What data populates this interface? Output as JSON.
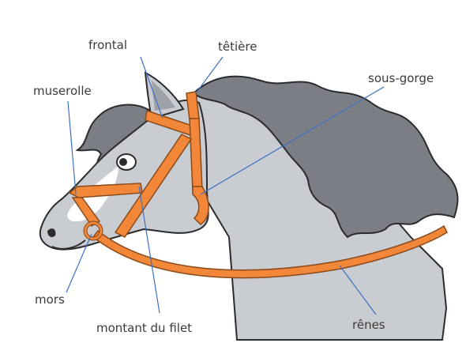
{
  "labels": {
    "frontal": "frontal",
    "tetiere": "têtière",
    "sous_gorge": "sous-gorge",
    "muserolle": "muserolle",
    "mors": "mors",
    "montant_du_filet": "montant du filet",
    "renes": "rênes"
  },
  "colors": {
    "leader_line": "#3d6fc2",
    "strap": "#f2873a",
    "strap_outline": "#8a4a1a",
    "coat": "#c9ccd1",
    "mane": "#7b7e84",
    "outline": "#2c2c2c"
  }
}
